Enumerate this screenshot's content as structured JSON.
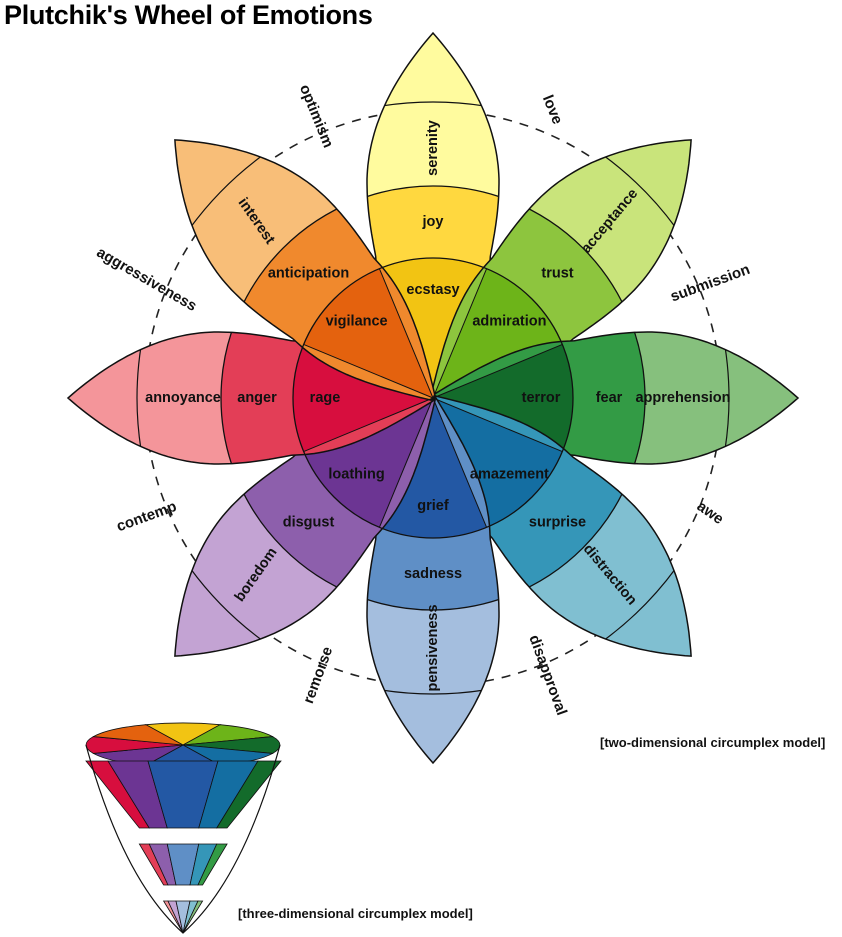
{
  "title": "Plutchik's Wheel of Emotions",
  "captions": {
    "two_d": "[two-dimensional circumplex model]",
    "three_d": "[three-dimensional circumplex model]"
  },
  "petals": [
    {
      "key": "joy",
      "outer": "serenity",
      "middle": "joy",
      "inner": "ecstasy",
      "colors": [
        "#fffb9e",
        "#ffd83f",
        "#f2c413"
      ]
    },
    {
      "key": "trust",
      "outer": "acceptance",
      "middle": "trust",
      "inner": "admiration",
      "colors": [
        "#c9e47b",
        "#8dc53e",
        "#6db419"
      ]
    },
    {
      "key": "fear",
      "outer": "apprehension",
      "middle": "fear",
      "inner": "terror",
      "colors": [
        "#86c07d",
        "#339b45",
        "#136b2b"
      ]
    },
    {
      "key": "surprise",
      "outer": "distraction",
      "middle": "surprise",
      "inner": "amazement",
      "colors": [
        "#80bfd1",
        "#3596b8",
        "#146ea2"
      ]
    },
    {
      "key": "sadness",
      "outer": "pensiveness",
      "middle": "sadness",
      "inner": "grief",
      "colors": [
        "#a4bede",
        "#5f8fc6",
        "#2358a4"
      ]
    },
    {
      "key": "disgust",
      "outer": "boredom",
      "middle": "disgust",
      "inner": "loathing",
      "colors": [
        "#c3a3d3",
        "#8d5fac",
        "#6c3593"
      ]
    },
    {
      "key": "anger",
      "outer": "annoyance",
      "middle": "anger",
      "inner": "rage",
      "colors": [
        "#f4959a",
        "#e33e57",
        "#d70e3e"
      ]
    },
    {
      "key": "anticipation",
      "outer": "interest",
      "middle": "anticipation",
      "inner": "vigilance",
      "colors": [
        "#f8be78",
        "#f0892d",
        "#e4620e"
      ]
    }
  ],
  "dyads": [
    "love",
    "submission",
    "awe",
    "disapproval",
    "remorse",
    "contemp",
    "aggressiveness",
    "optimism"
  ]
}
